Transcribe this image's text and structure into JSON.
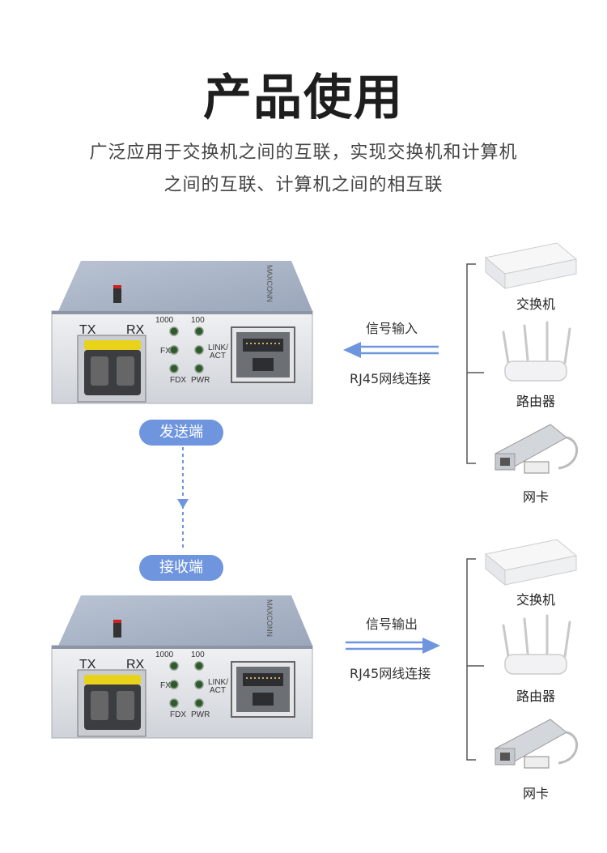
{
  "title": "产品使用",
  "subtitle_line1": "广泛应用于交换机之间的互联，实现交换机和计算机",
  "subtitle_line2": "之间的互联、计算机之间的相互联",
  "sender_label": "发送端",
  "receiver_label": "接收端",
  "input_label": "信号输入",
  "output_label": "信号输出",
  "rj45_label": "RJ45网线连接",
  "devices": [
    "交换机",
    "路由器",
    "网卡"
  ],
  "converter": {
    "port_tx": "TX",
    "port_rx": "RX",
    "led_1000": "1000",
    "led_100": "100",
    "led_fx": "FX",
    "led_link": "LINK/",
    "led_act": "ACT",
    "led_fdx": "FDX",
    "led_pwr": "PWR"
  },
  "colors": {
    "accent": "#6f95de",
    "body_top": "#a9b4c6",
    "front_panel": "#e2e4e8",
    "led_green": "#2f5b2c",
    "sfp_yellow": "#e8d21a"
  }
}
